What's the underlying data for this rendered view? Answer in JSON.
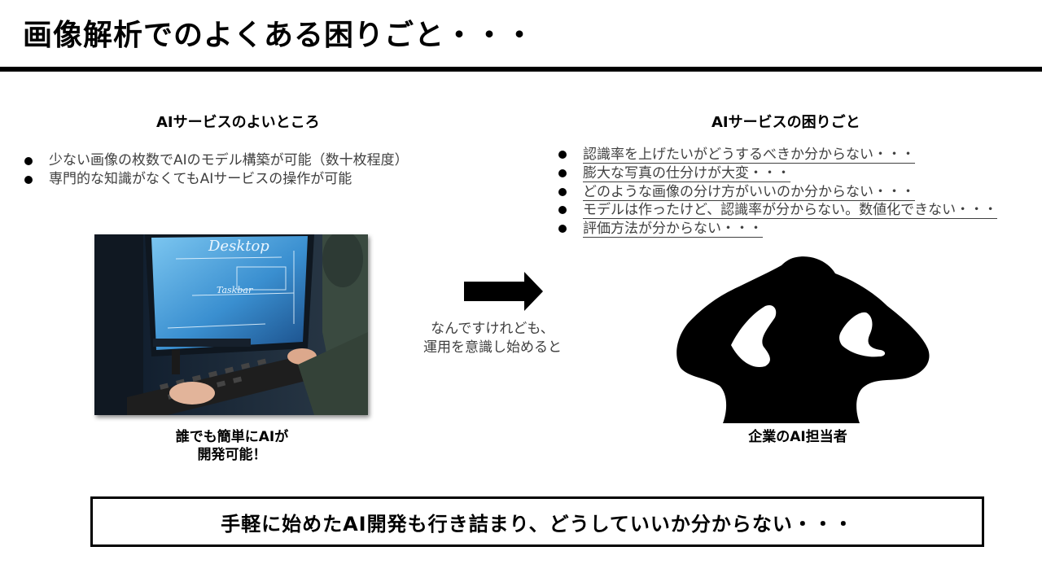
{
  "title": "画像解析でのよくある困りごと・・・",
  "left": {
    "heading": "AIサービスのよいところ",
    "bullets": [
      "少ない画像の枚数でAIのモデル構築が可能（数十枚程度）",
      "専門的な知識がなくてもAIサービスの操作が可能"
    ],
    "photo_text": {
      "desktop": "Desktop",
      "taskbar": "Taskbar"
    },
    "caption_line1": "誰でも簡単にAIが",
    "caption_line2": "開発可能！"
  },
  "middle": {
    "line1": "なんですけれども、",
    "line2": "運用を意識し始めると"
  },
  "right": {
    "heading": "AIサービスの困りごと",
    "bullets": [
      "認識率を上げたいがどうするべきか分からない・・・",
      "膨大な写真の仕分けが大変・・・",
      "どのような画像の分け方がいいのか分からない・・・",
      "モデルは作ったけど、認識率が分からない。数値化できない・・・",
      "評価方法が分からない・・・"
    ],
    "caption": "企業のAI担当者"
  },
  "conclusion": "手軽に始めたAI開発も行き詰まり、どうしていいか分からない・・・",
  "icons": {
    "arrow": "right-arrow-icon",
    "person": "worried-person-silhouette-icon",
    "bullet": "bullet-dot-icon"
  },
  "colors": {
    "text": "#000000",
    "body_text": "#404040",
    "screen_blue": "#3a8fd0"
  }
}
